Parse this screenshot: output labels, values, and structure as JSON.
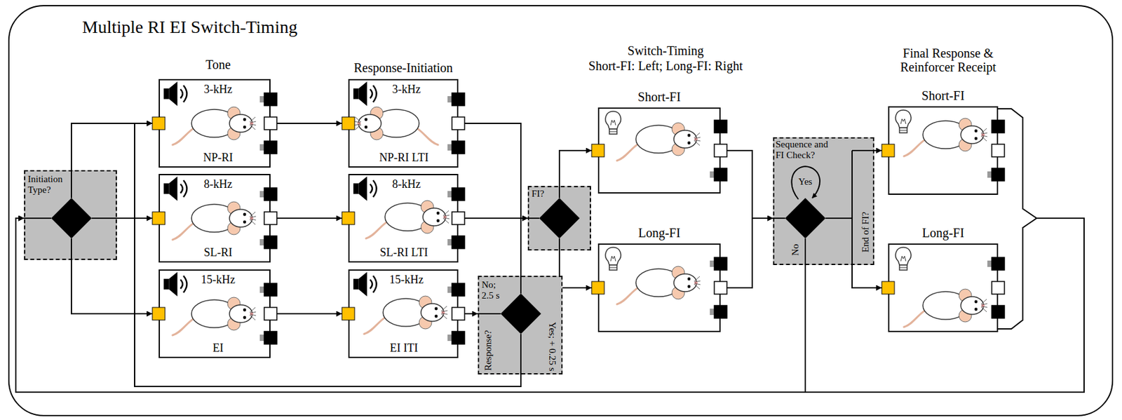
{
  "diagram": {
    "title": "Multiple RI EI Switch-Timing",
    "nodes": [
      {
        "text": [
          "Initiation Type?"
        ]
      },
      {
        "text": [
          "3-kHz",
          "NP-RI"
        ]
      },
      {
        "text": [
          "8-kHz",
          "SL-RI"
        ]
      },
      {
        "text": [
          "15-kHz",
          "EI"
        ]
      },
      {
        "text": [
          "3-kHz",
          "NP-RI LTI"
        ]
      },
      {
        "text": [
          "8-kHz",
          "SL-RI LTI"
        ]
      },
      {
        "text": [
          "15-kHz",
          "EI ITI"
        ]
      },
      {
        "text": [
          "Response?"
        ]
      },
      {
        "text": [
          "FI?"
        ]
      },
      {
        "text": [
          "Short-FI"
        ]
      },
      {
        "text": [
          "Long-FI"
        ]
      },
      {
        "text": [
          "Sequence and FI Check?"
        ]
      },
      {
        "text": [
          "Short-FI"
        ]
      },
      {
        "text": [
          "Long-FI"
        ]
      }
    ],
    "edges": [
      {
        "from": 0,
        "to": 1,
        "arrow": "to"
      },
      {
        "from": 0,
        "to": 2,
        "arrow": "to"
      },
      {
        "from": 0,
        "to": 3,
        "arrow": "to"
      },
      {
        "from": 1,
        "to": 4,
        "arrow": "to"
      },
      {
        "from": 2,
        "to": 5,
        "arrow": "to"
      },
      {
        "from": 3,
        "to": 6,
        "arrow": "to"
      },
      {
        "from": 6,
        "to": 7,
        "arrow": "to"
      },
      {
        "from": 4,
        "to": 8,
        "arrow": "to"
      },
      {
        "from": 5,
        "to": 8,
        "arrow": "to"
      },
      {
        "from": 7,
        "to": 8,
        "label": "No; 2.5 s",
        "arrow": "to"
      },
      {
        "from": 7,
        "to": 1,
        "label": "Yes; + 0.25 s",
        "arrow": "to"
      },
      {
        "from": 8,
        "to": 9,
        "arrow": "to"
      },
      {
        "from": 8,
        "to": 10,
        "arrow": "to"
      },
      {
        "from": 9,
        "to": 11,
        "arrow": "to"
      },
      {
        "from": 10,
        "to": 11,
        "arrow": "to"
      },
      {
        "from": 11,
        "to": 12,
        "label": "End of FI?",
        "arrow": "to"
      },
      {
        "from": 11,
        "to": 13,
        "arrow": "to"
      },
      {
        "from": 11,
        "to": 0,
        "label": "No",
        "arrow": "to"
      },
      {
        "from": 12,
        "to": 0,
        "arrow": "to"
      },
      {
        "from": 13,
        "to": 0,
        "arrow": "to"
      }
    ],
    "labels": [
      "Tone",
      "Response-Initiation",
      "Switch-Timing",
      "Short-FI: Left; Long-FI: Right",
      "Final Response & Reinforcer Receipt",
      "Yes"
    ]
  }
}
